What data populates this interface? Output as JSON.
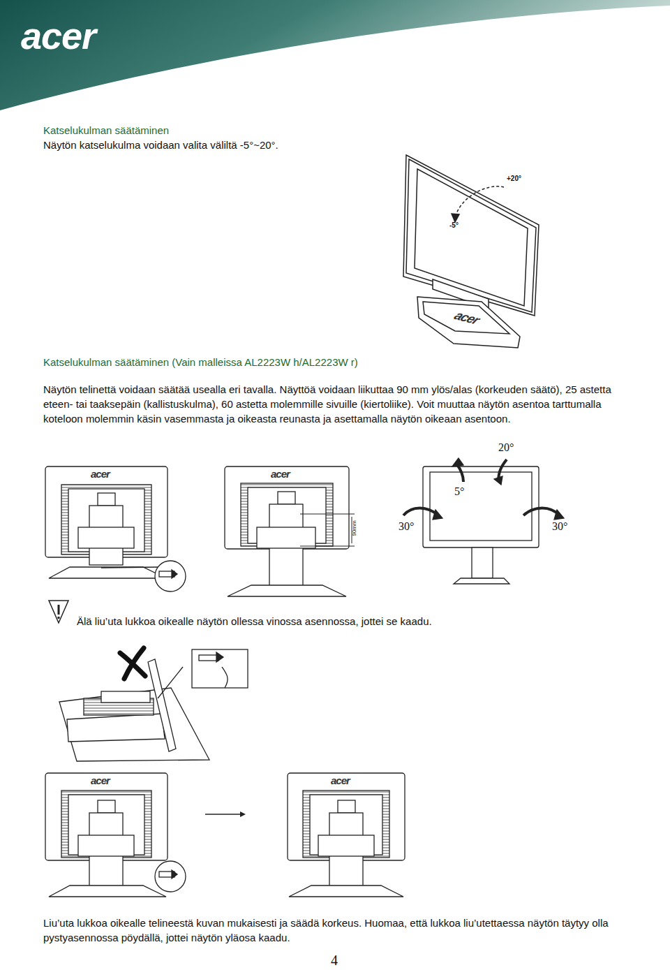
{
  "diagram": {
    "title": "Katselukulman säätäminen",
    "labels": [
      "acer",
      "Näytön katselukulma voidaan valita väliltä -5°~20°.",
      "+20°",
      "-5°",
      "acer",
      "Katselukulman säätäminen (Vain malleissa AL2223W h/AL2223W r)",
      "Näytön telinettä voidaan säätää usealla eri tavalla. Näyttöä voidaan liikuttaa 90 mm ylös/alas (korkeuden säätö), 25 astetta eteen- tai taaksepäin (kallistuskulma), 60 astetta molemmille sivuille (kiertoliike). Voit muuttaa näytön asentoa tarttumalla koteloon molemmin käsin vasemmasta ja oikeasta reunasta ja asettamalla näytön oikeaan asentoon.",
      "acer",
      "acer",
      "90mm",
      "20°",
      "5°",
      "30°",
      "30°",
      "Älä liu’uta lukkoa oikealle näytön ollessa vinossa asennossa, jottei se kaadu.",
      "acer",
      "acer",
      "Liu’uta lukkoa oikealle telineestä kuvan mukaisesti ja säädä korkeus. Huomaa, että lukkoa liu’utettaessa näytön täytyy olla pystyasennossa pöydällä, jottei näytön yläosa kaadu.",
      "4"
    ]
  }
}
